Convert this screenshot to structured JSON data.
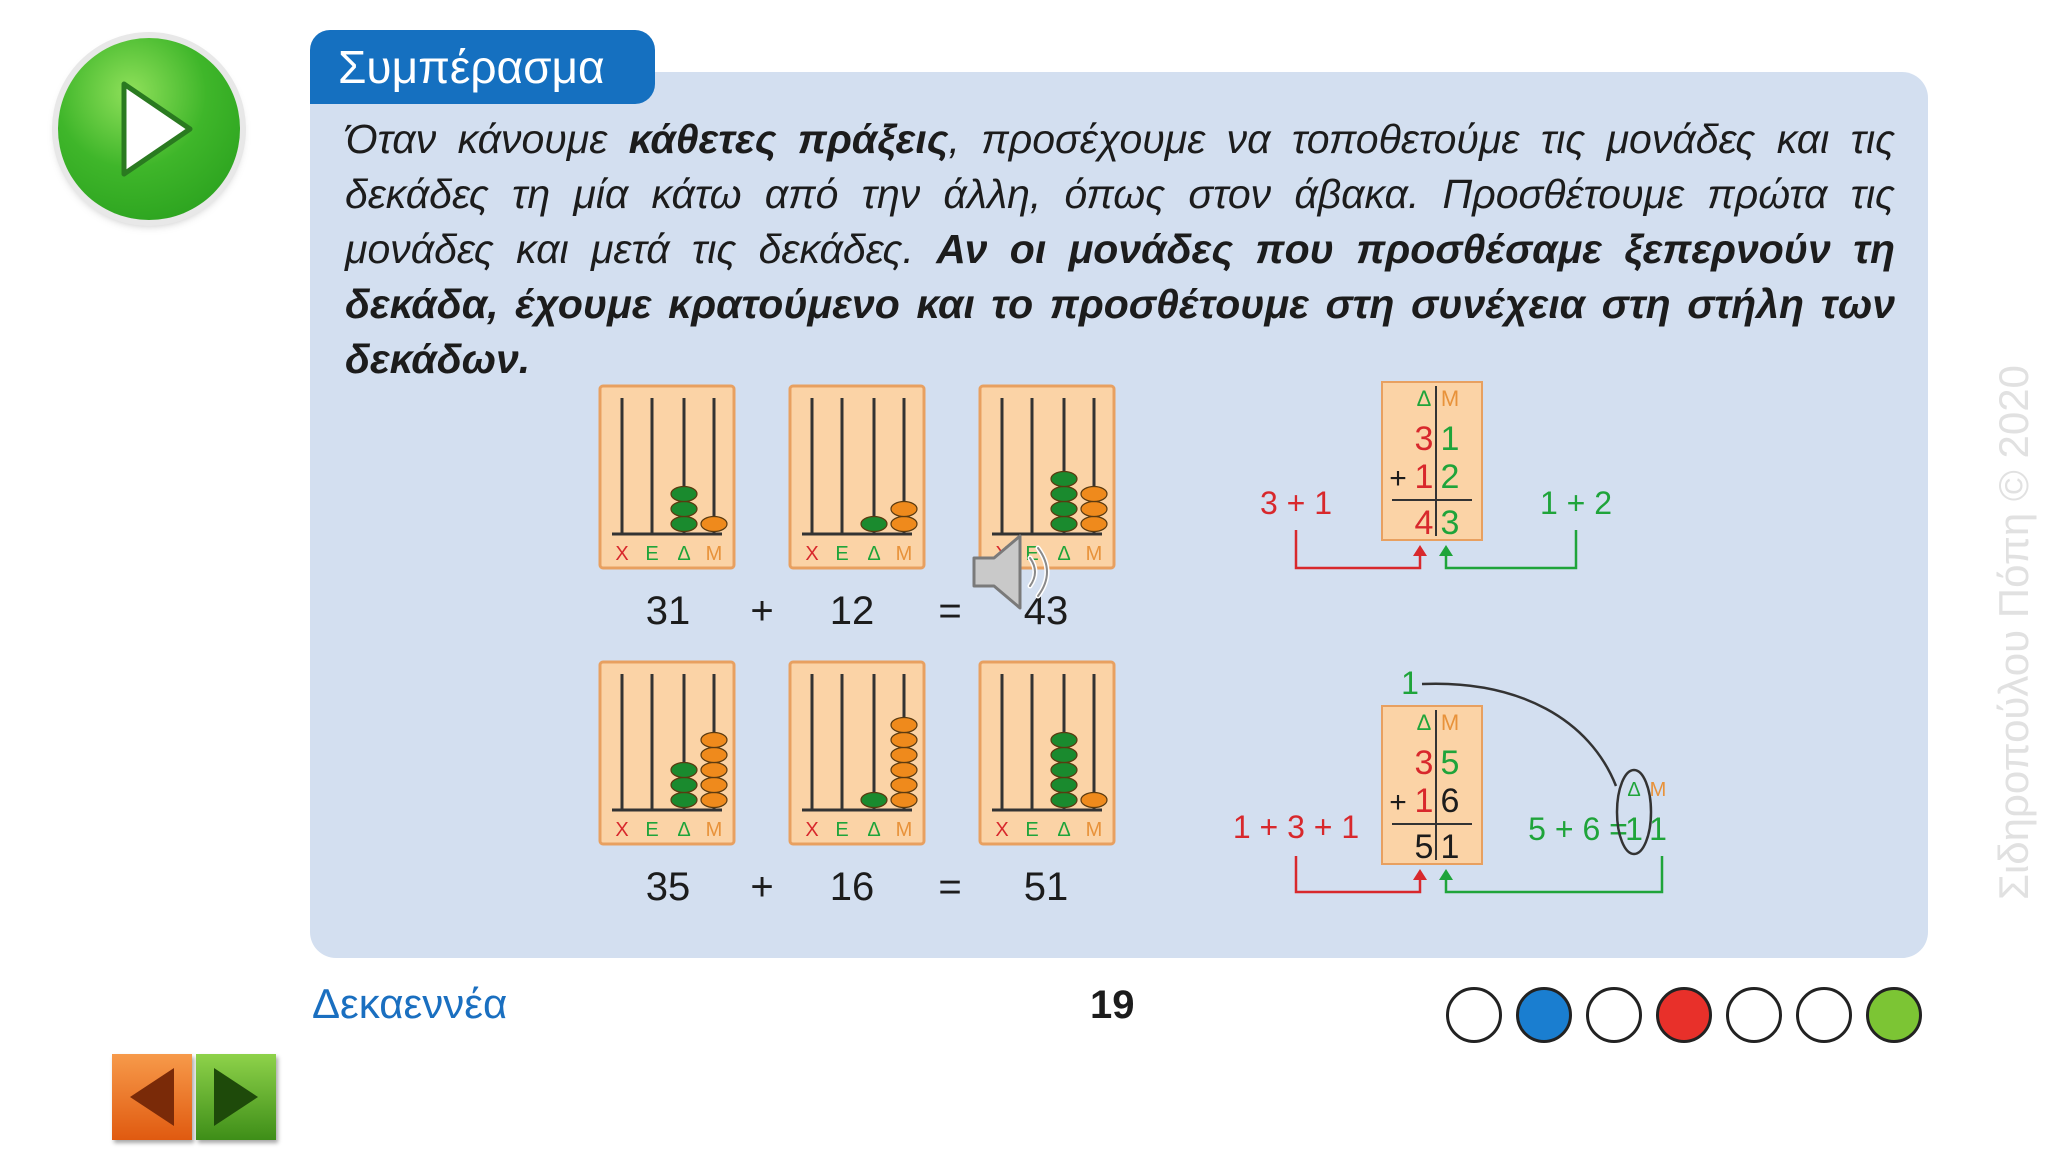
{
  "header": {
    "title": "Συμπέρασμα"
  },
  "conclusion": {
    "p1": "Όταν κάνουμε ",
    "b1": "κάθετες πράξεις",
    "p2": ", προσέχουμε να τοποθετούμε τις μονάδες και τις δεκάδες τη μία κάτω από την άλλη, όπως στον άβακα. Προσθέτουμε πρώτα τις μονάδες και μετά τις δεκάδες. ",
    "b2": "Αν οι μονάδες που προσθέσαμε ξεπερνούν τη δεκάδα, έχουμε κρατούμενο και το προσθέτουμε στη συνέχεια στη στήλη των δεκάδων."
  },
  "abacus": {
    "rod_labels": [
      "Χ",
      "Ε",
      "Δ",
      "Μ"
    ],
    "row1": {
      "terms": [
        "31",
        "+",
        "12",
        "=",
        "43"
      ],
      "beads": [
        [
          3,
          1
        ],
        [
          1,
          2
        ],
        [
          4,
          3
        ]
      ]
    },
    "row2": {
      "terms": [
        "35",
        "+",
        "16",
        "=",
        "51"
      ],
      "beads": [
        [
          3,
          5
        ],
        [
          1,
          6
        ],
        [
          5,
          1
        ]
      ]
    }
  },
  "vertical_1": {
    "head_d": "Δ",
    "head_m": "Μ",
    "a_d": "3",
    "a_m": "1",
    "plus": "+",
    "b_d": "1",
    "b_m": "2",
    "r_d": "4",
    "r_m": "3",
    "left_sum": "3 + 1",
    "right_sum": "1 + 2"
  },
  "vertical_2": {
    "head_d": "Δ",
    "head_m": "Μ",
    "a_d": "3",
    "a_m": "5",
    "plus": "+",
    "b_d": "1",
    "b_m": "6",
    "r_d": "5",
    "r_m": "1",
    "carry": "1",
    "left_sum": "1 + 3 + 1",
    "right_sum": "5 + 6 =",
    "res_d": "1",
    "res_m": "1",
    "res_head_d": "Δ",
    "res_head_m": "Μ"
  },
  "footer": {
    "word": "Δεκαεννέα",
    "page": "19"
  },
  "dots": [
    "#ffffff",
    "#1a7ed0",
    "#ffffff",
    "#e8302a",
    "#ffffff",
    "#ffffff",
    "#7cc534"
  ],
  "watermark": "Σιδηροπούλου Πόπη © 2020",
  "colors": {
    "green_bead": "#1a8a2e",
    "orange_bead": "#ef8a1c",
    "red": "#d8282c",
    "green": "#1fa43a",
    "orange": "#e8923a",
    "blue": "#1570c0"
  }
}
